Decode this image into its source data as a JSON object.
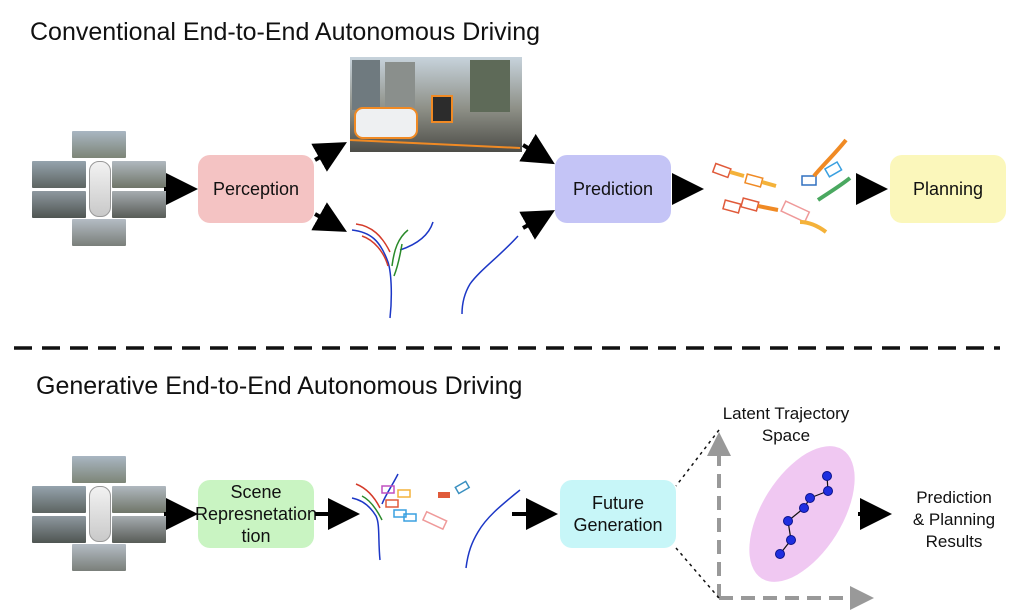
{
  "top": {
    "title": "Conventional End-to-End Autonomous Driving",
    "perception_label": "Perception",
    "prediction_label": "Prediction",
    "planning_label": "Planning"
  },
  "bottom": {
    "title": "Generative End-to-End Autonomous Driving",
    "scene_label_l1": "Scene",
    "scene_label_l2": "Represnetation",
    "scene_label_l3": "tion",
    "future_label_l1": "Future",
    "future_label_l2": "Generation",
    "latent_label_l1": "Latent Trajectory",
    "latent_label_l2": "Space",
    "result_label_l1": "Prediction",
    "result_label_l2": "& Planning",
    "result_label_l3": "Results"
  },
  "colors": {
    "perception": "#f4c3c3",
    "prediction": "#c4c4f6",
    "planning": "#fbf7bb",
    "scene": "#c9f4c2",
    "future": "#c7f6f8",
    "latent_ellipse": "#f0c8f2",
    "node": "#1f2ee0"
  }
}
